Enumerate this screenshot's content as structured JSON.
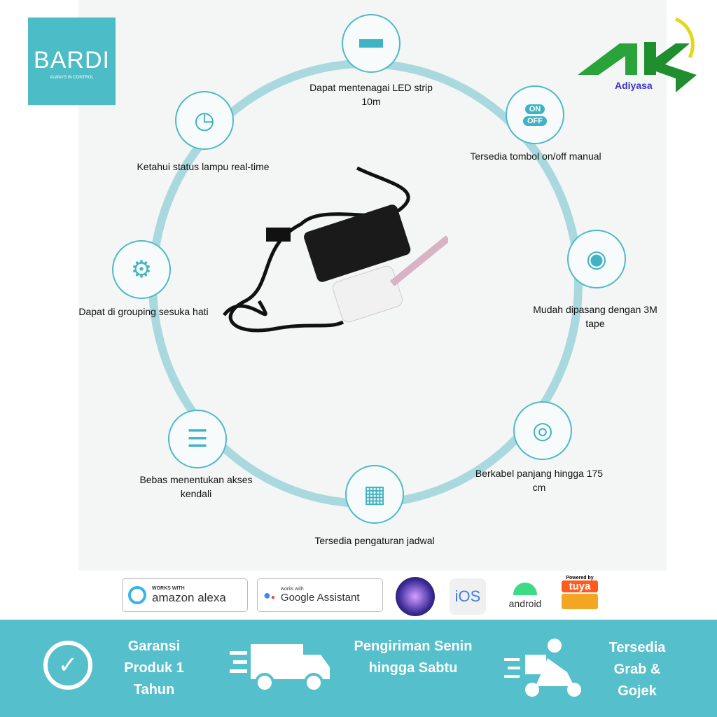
{
  "brand": {
    "name": "BARDI",
    "tagline": "ALWAYS IN CONTROL"
  },
  "seller": {
    "name": "Adiyasa"
  },
  "features": [
    {
      "icon": "led-strip-icon",
      "label": "Dapat mentenagai LED strip 10m"
    },
    {
      "icon": "clock-check-icon",
      "label": "Ketahui status lampu real-time"
    },
    {
      "icon": "on-off-switch-icon",
      "label": "Tersedia tombol on/off manual",
      "on": "ON",
      "off": "OFF"
    },
    {
      "icon": "phone-gear-icon",
      "label": "Dapat di grouping sesuka hati"
    },
    {
      "icon": "tape-icon",
      "label": "Mudah dipasang dengan 3M tape"
    },
    {
      "icon": "sliders-icon",
      "label": "Bebas menentukan akses kendali"
    },
    {
      "icon": "cable-icon",
      "label": "Berkabel panjang hingga 175 cm"
    },
    {
      "icon": "calendar-icon",
      "label": "Tersedia pengaturan jadwal"
    }
  ],
  "compat": {
    "alexa": {
      "small": "WORKS WITH",
      "large": "amazon alexa"
    },
    "google": {
      "small": "works with",
      "large": "Google Assistant"
    },
    "ios": "iOS",
    "android": "android",
    "tuya": {
      "small": "Powered by",
      "large": "tuya"
    }
  },
  "footer": [
    {
      "icon": "warranty-badge-icon",
      "text": "Garansi Produk 1 Tahun"
    },
    {
      "icon": "delivery-truck-icon",
      "text": "Pengiriman Senin hingga Sabtu"
    },
    {
      "icon": "scooter-courier-icon",
      "text": "Tersedia Grab & Gojek"
    }
  ],
  "colors": {
    "accent": "#4cbcc7",
    "ring": "#a9d9de",
    "footer": "#55bfcb",
    "seller_green": "#2aa33a"
  }
}
